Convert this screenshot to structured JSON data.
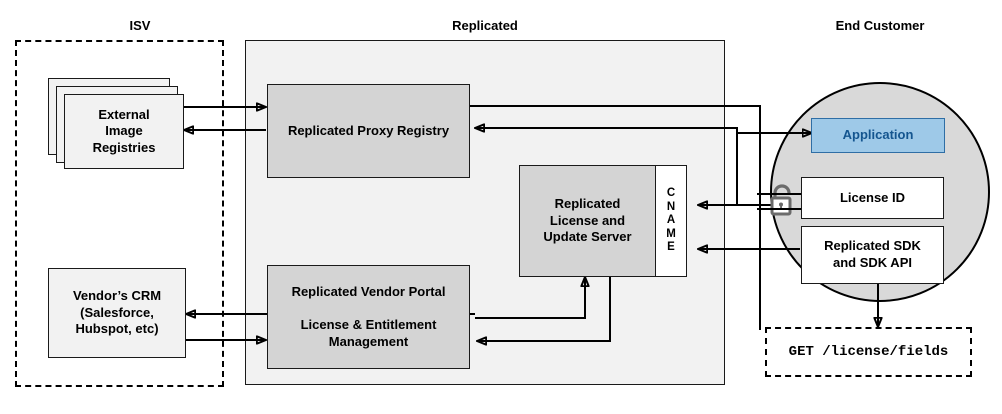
{
  "zones": {
    "isv": {
      "title": "ISV"
    },
    "replicated": {
      "title": "Replicated"
    },
    "end_customer": {
      "title": "End Customer"
    }
  },
  "nodes": {
    "external_image_registries": {
      "line1": "External",
      "line2": "Image",
      "line3": "Registries"
    },
    "vendor_crm": {
      "line1": "Vendor’s CRM",
      "line2": "(Salesforce,",
      "line3": "Hubspot, etc)"
    },
    "proxy_registry": {
      "label": "Replicated Proxy Registry"
    },
    "license_update_server": {
      "line1": "Replicated",
      "line2": "License and",
      "line3": "Update Server"
    },
    "vendor_portal": {
      "line1": "Replicated Vendor Portal",
      "line2": "License & Entitlement",
      "line3": "Management"
    },
    "application": {
      "label": "Application"
    },
    "license_id": {
      "label": "License ID"
    },
    "replicated_sdk": {
      "line1": "Replicated SDK",
      "line2": "and SDK API"
    },
    "api_call": {
      "label": "GET /license/fields"
    }
  },
  "cname": {
    "letters": [
      "C",
      "N",
      "A",
      "M",
      "E"
    ]
  },
  "icons": {
    "lock": "unlocked-padlock-icon"
  },
  "colors": {
    "panel_background": "#f2f2f2",
    "node_grey": "#d4d4d4",
    "circle_grey": "#d9d9d9",
    "application_fill": "#9ec9e8",
    "application_border": "#2f6ea5",
    "application_text": "#14558f",
    "stroke": "#1a1a1a"
  }
}
